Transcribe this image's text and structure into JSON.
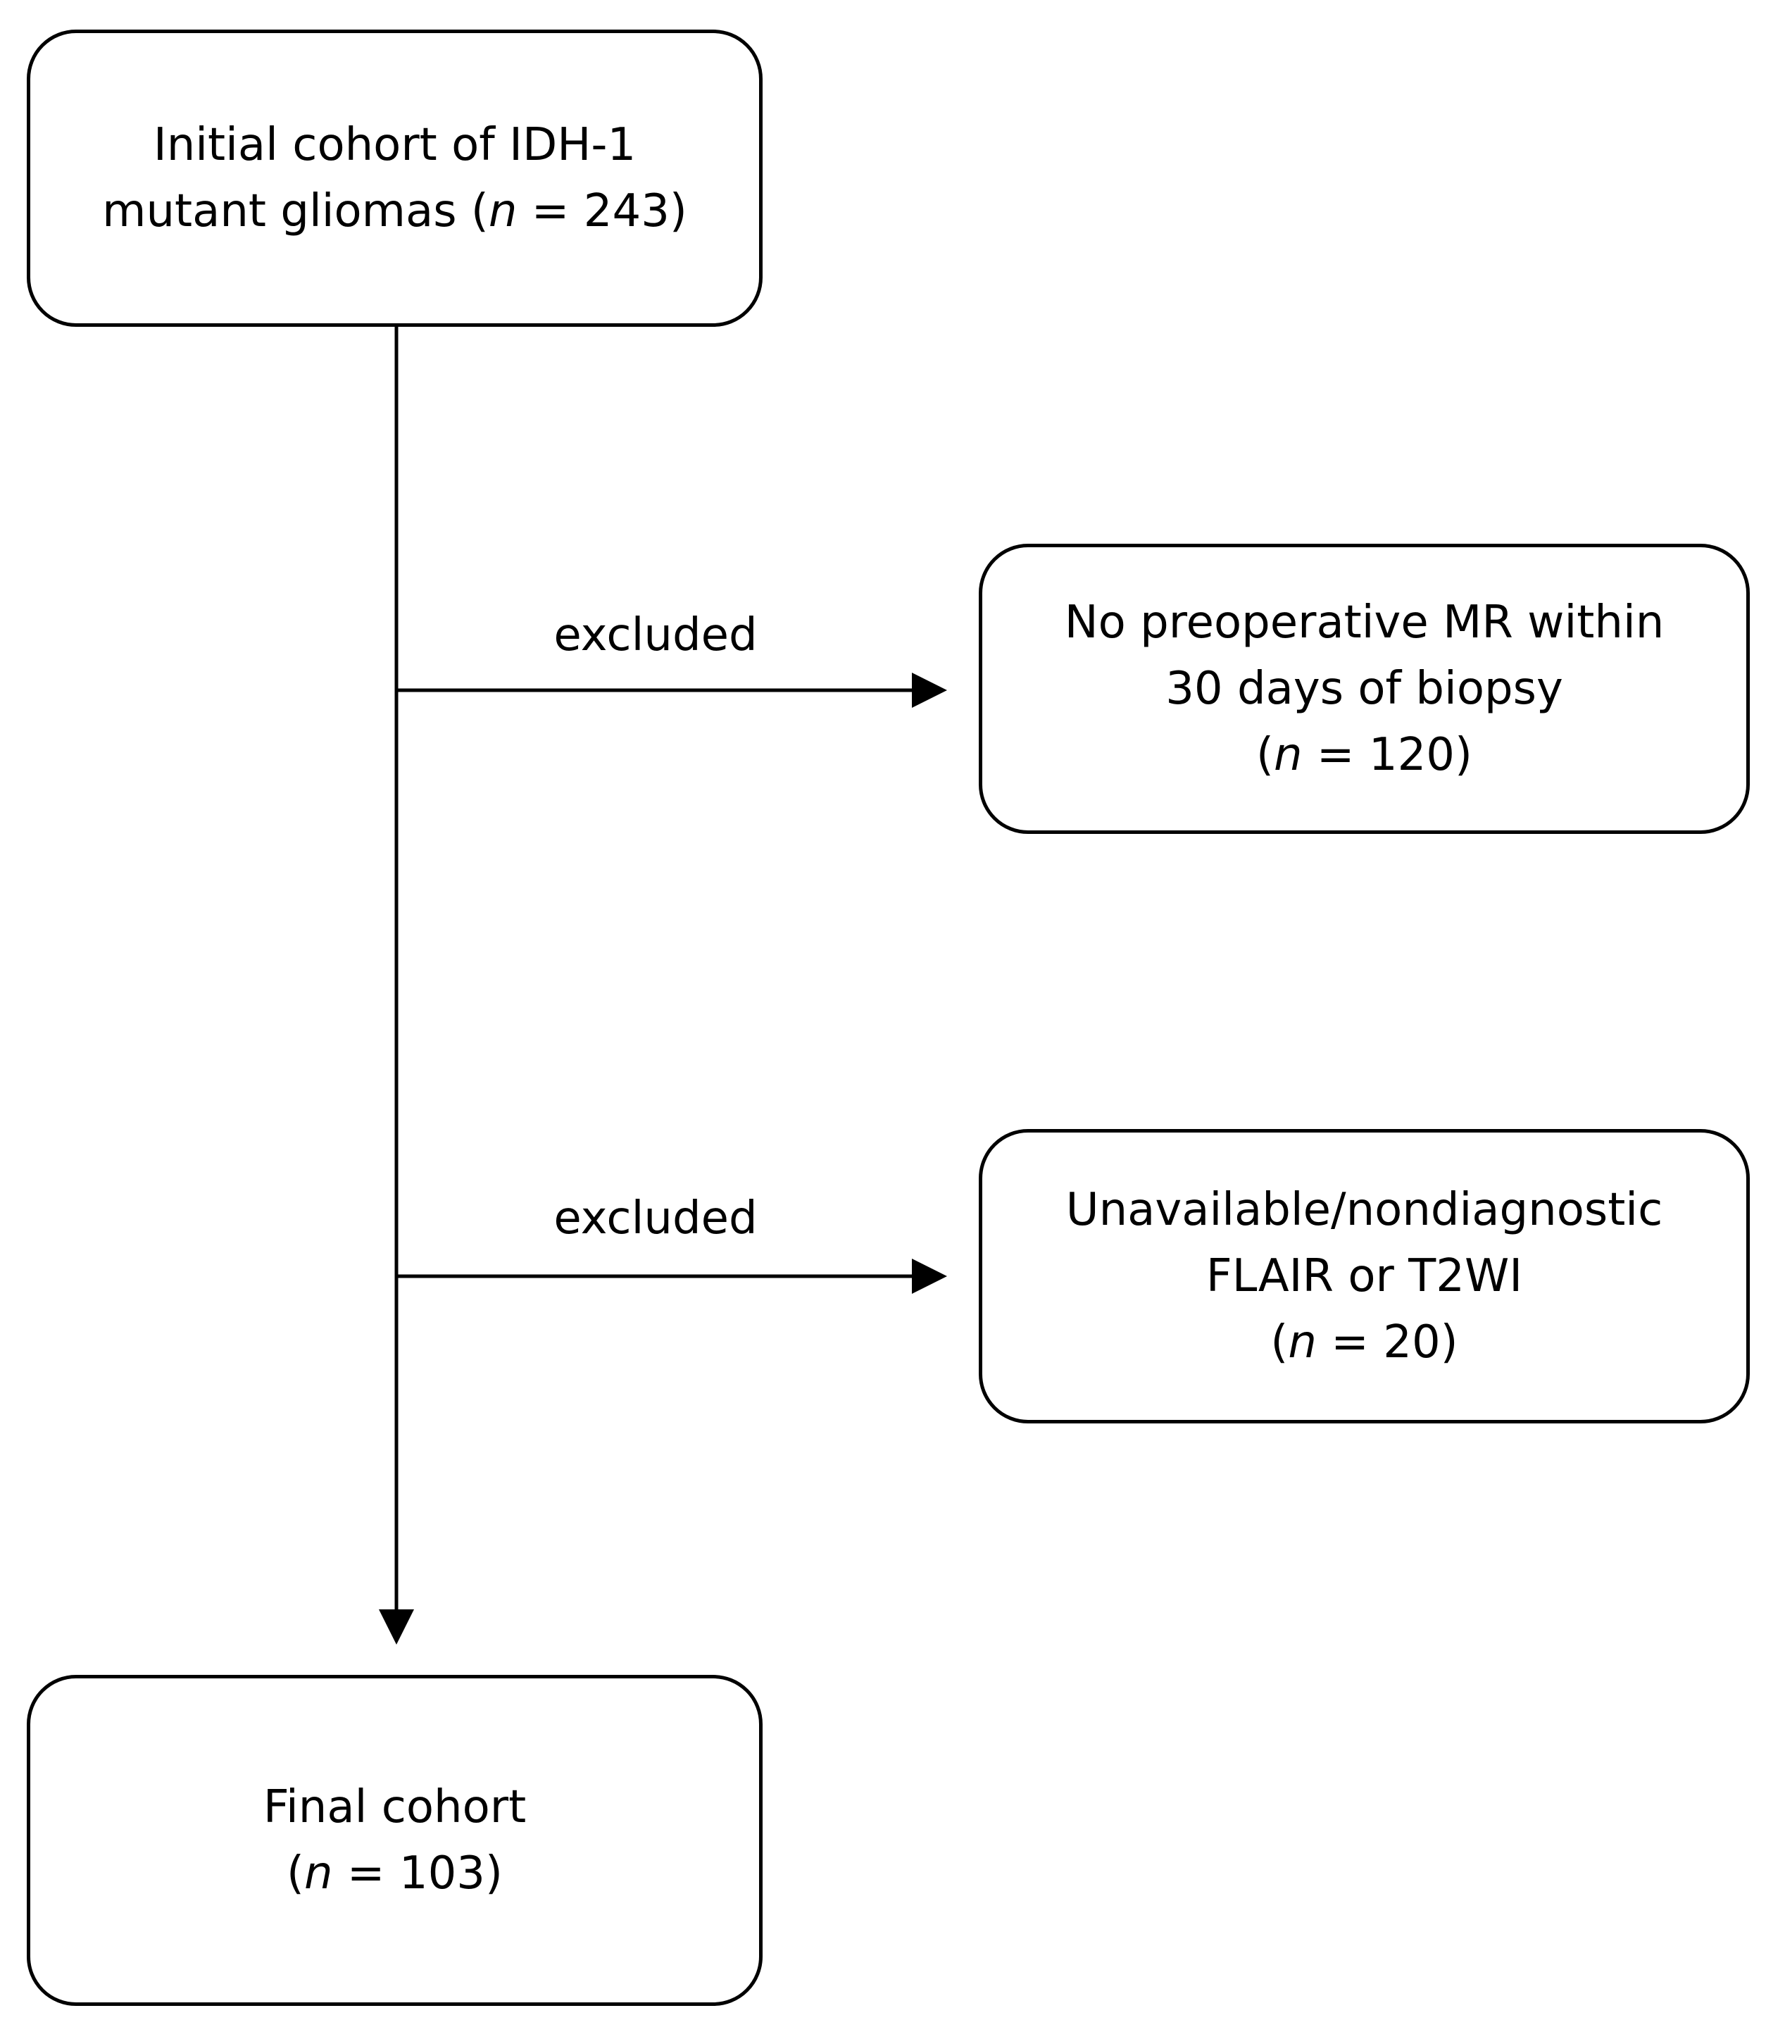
{
  "nodes": {
    "initial": {
      "line1": "Initial cohort of IDH-1",
      "line2_pre": "mutant gliomas (",
      "n_symbol": "n",
      "line2_post": " = 243)"
    },
    "exclusion1": {
      "line1": "No preoperative MR within",
      "line2": "30 days of biopsy",
      "line3_pre": "(",
      "n_symbol": "n",
      "line3_post": " = 120)"
    },
    "exclusion2": {
      "line1": "Unavailable/nondiagnostic",
      "line2": "FLAIR or T2WI",
      "line3_pre": "(",
      "n_symbol": "n",
      "line3_post": " = 20)"
    },
    "final": {
      "line1": "Final cohort",
      "line2_pre": "(",
      "n_symbol": "n",
      "line2_post": " = 103)"
    }
  },
  "edges": {
    "exclusion1_label": "excluded",
    "exclusion2_label": "excluded"
  }
}
